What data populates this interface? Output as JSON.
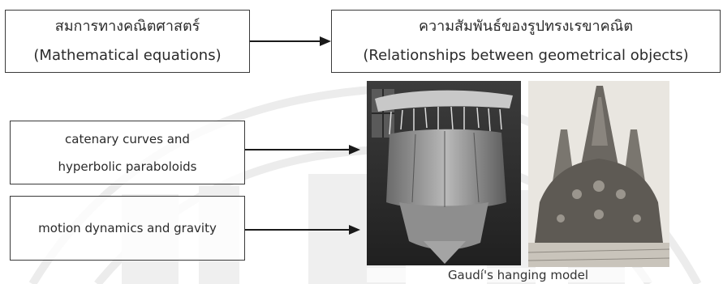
{
  "diagram": {
    "equations_box": {
      "thai": "สมการทางคณิตศาสตร์",
      "english": "(Mathematical equations)"
    },
    "relationships_box": {
      "thai": "ความสัมพันธ์ของรูปทรงเรขาคณิต",
      "english": "(Relationships between geometrical objects)"
    },
    "equation_items": [
      {
        "line1": "catenary curves and",
        "line2": "hyperbolic paraboloids"
      },
      {
        "line1": "motion dynamics and gravity"
      }
    ],
    "caption": "Gaudí's hanging model"
  },
  "colors": {
    "box_border": "#3a3a3a",
    "arrow": "#1a1a1a",
    "watermark": "#e6e6e6"
  }
}
